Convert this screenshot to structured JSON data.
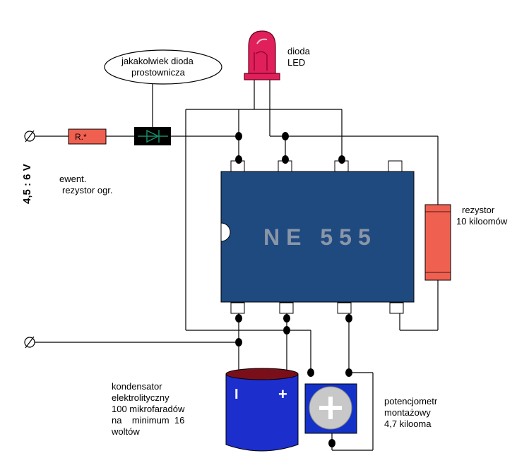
{
  "labels": {
    "supply_voltage": "4,5 : 6 V",
    "callout_diode": [
      "jakakolwiek dioda",
      "prostownicza"
    ],
    "led": [
      "dioda",
      "LED"
    ],
    "resistor_marking": "R.*",
    "optional_resistor": [
      "ewent.",
      "rezystor ogr."
    ],
    "chip_name": "NE 555",
    "resistor_10k": [
      "rezystor",
      "10 kiloomów"
    ],
    "capacitor": [
      "kondensator",
      "elektrolityczny",
      "100 mikrofaradów",
      "na    minimum  16",
      "woltów"
    ],
    "capacitor_minus": "I",
    "capacitor_plus": "+",
    "potentiometer": [
      "potencjometr",
      "montażowy",
      "4,7 kilooma"
    ]
  },
  "colors": {
    "chip": "#1f4a80",
    "resistor": "#f06050",
    "led": "#e0205a",
    "capacitor_body": "#1c2ecc",
    "capacitor_top": "#7a0f1a",
    "potentiometer": "#1432c8",
    "diode_body": "#000000",
    "diode_symbol": "#1a8a6a"
  }
}
